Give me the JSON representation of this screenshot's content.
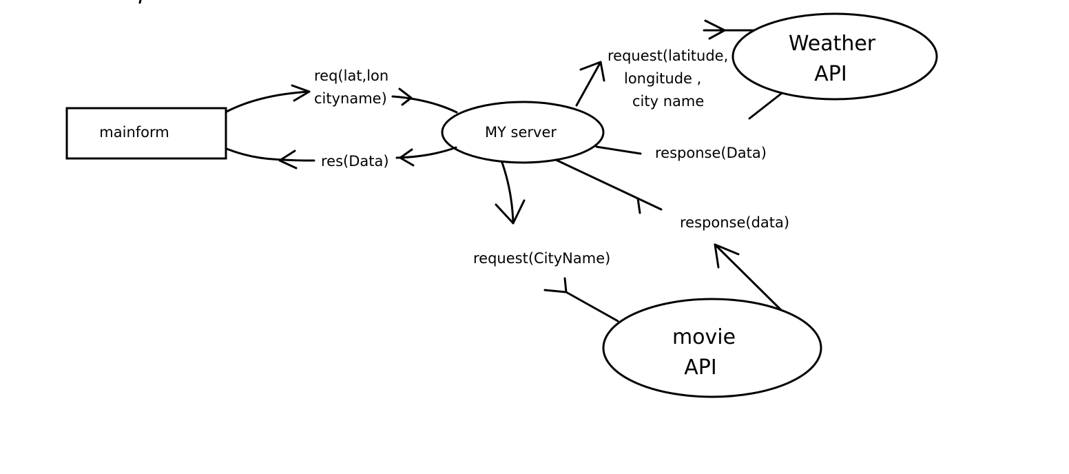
{
  "nodes": {
    "mainform": {
      "label": "mainform"
    },
    "server": {
      "label": "MY server"
    },
    "weather": {
      "line1": "Weather",
      "line2": "API"
    },
    "movie": {
      "line1": "movie",
      "line2": "API"
    }
  },
  "edges": {
    "req_mainform_to_server": {
      "line1": "req(lat,lon",
      "line2": "cityname)"
    },
    "res_server_to_mainform": {
      "label": "res(Data)"
    },
    "request_server_to_weather": {
      "line1": "request(latitude,",
      "line2": "longitude ,",
      "line3": "city name"
    },
    "response_weather_to_server": {
      "label": "response(Data)"
    },
    "request_server_to_movie": {
      "label": "request(CityName)"
    },
    "response_movie_to_server": {
      "label": "response(data)"
    }
  }
}
